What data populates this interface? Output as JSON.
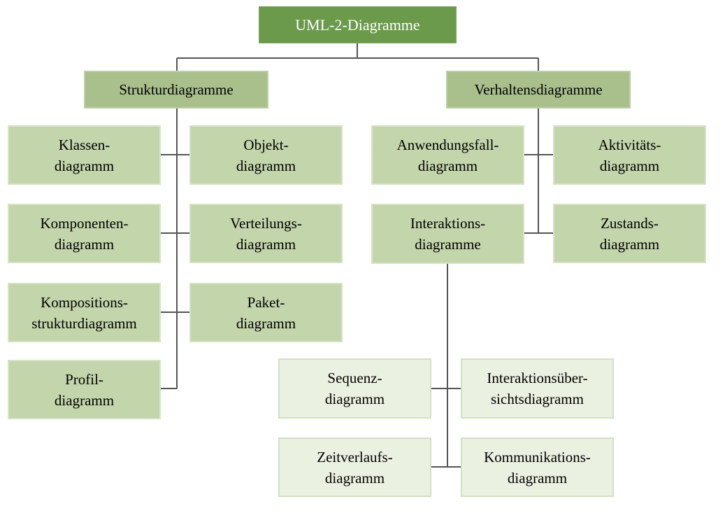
{
  "root": {
    "label": "UML-2-Diagramme"
  },
  "categories": {
    "structure": {
      "label": "Strukturdiagramme"
    },
    "behavior": {
      "label": "Verhaltensdiagramme"
    }
  },
  "structure": {
    "klassen": {
      "line1": "Klassen-",
      "line2": "diagramm"
    },
    "objekt": {
      "line1": "Objekt-",
      "line2": "diagramm"
    },
    "komponenten": {
      "line1": "Komponenten-",
      "line2": "diagramm"
    },
    "verteilungs": {
      "line1": "Verteilungs-",
      "line2": "diagramm"
    },
    "kompositions": {
      "line1": "Kompositions-",
      "line2": "strukturdiagramm"
    },
    "paket": {
      "line1": "Paket-",
      "line2": "diagramm"
    },
    "profil": {
      "line1": "Profil-",
      "line2": "diagramm"
    }
  },
  "behavior": {
    "anwendungsfall": {
      "line1": "Anwendungsfall-",
      "line2": "diagramm"
    },
    "aktivitaets": {
      "line1": "Aktivitäts-",
      "line2": "diagramm"
    },
    "interaktions": {
      "line1": "Interaktions-",
      "line2": "diagramme"
    },
    "zustands": {
      "line1": "Zustands-",
      "line2": "diagramm"
    }
  },
  "interaction": {
    "sequenz": {
      "line1": "Sequenz-",
      "line2": "diagramm"
    },
    "uebersicht": {
      "line1": "Interaktionsüber-",
      "line2": "sichtsdiagramm"
    },
    "zeitverlaufs": {
      "line1": "Zeitverlaufs-",
      "line2": "diagramm"
    },
    "kommunikations": {
      "line1": "Kommunikations-",
      "line2": "diagramm"
    }
  },
  "colors": {
    "root": "#6a9a4a",
    "category": "#a9c08c",
    "leaf": "#c3d5ab",
    "sub_leaf": "#ebf1e1",
    "connector": "#555555"
  }
}
